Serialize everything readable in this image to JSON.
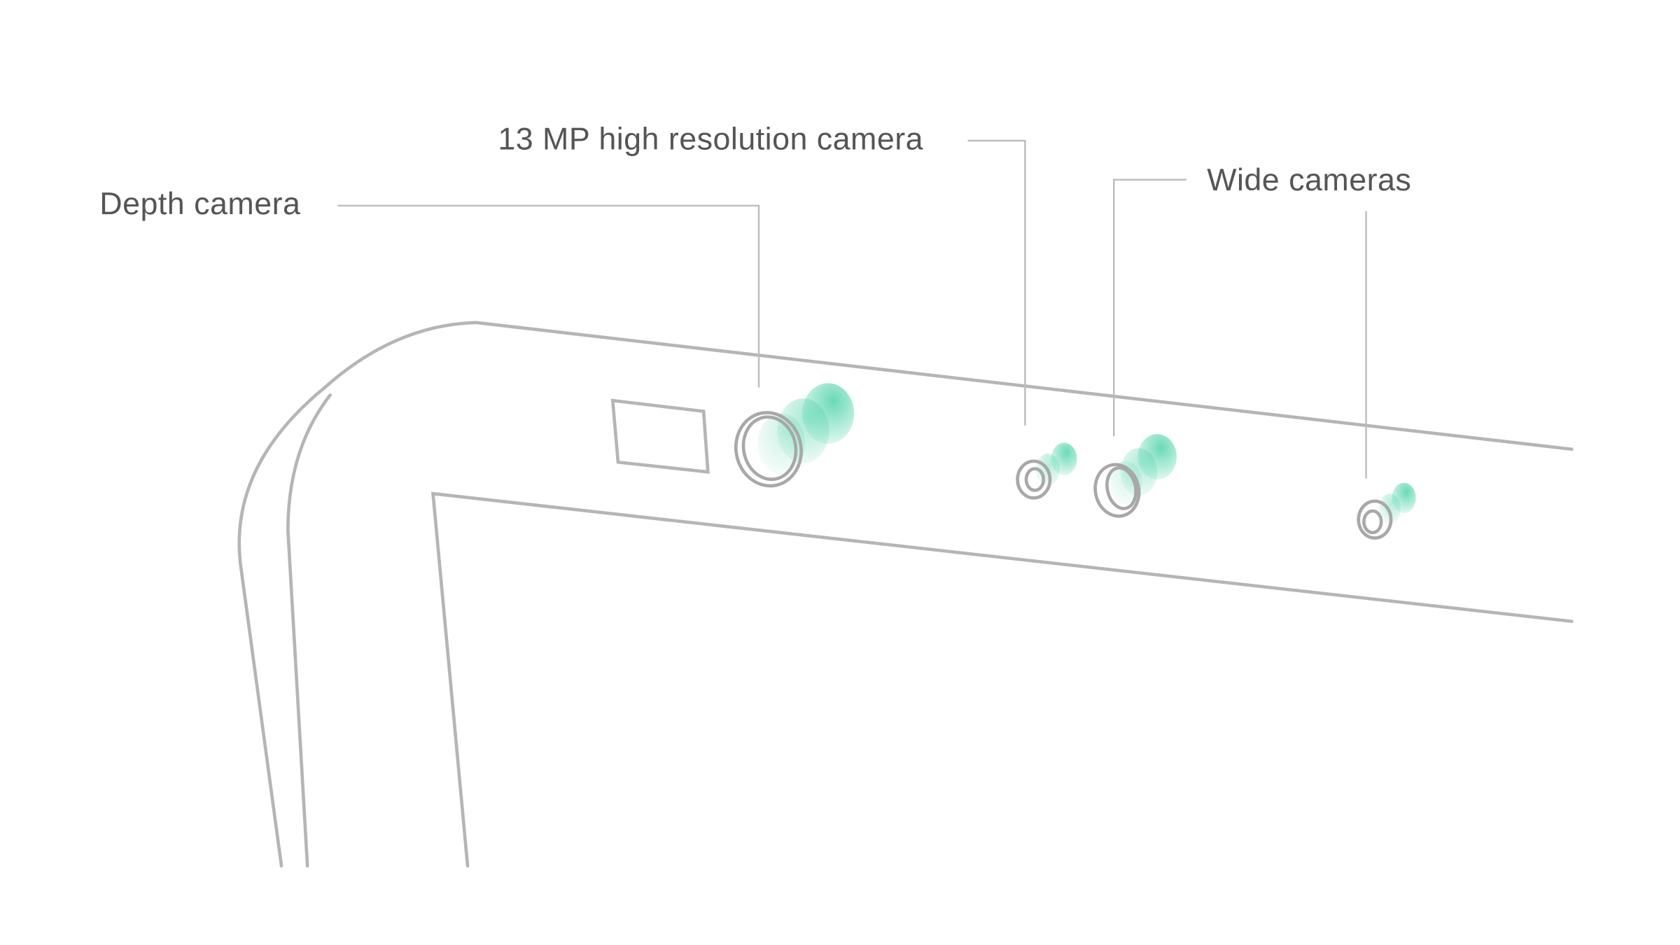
{
  "labels": {
    "depth": "Depth camera",
    "high_res": "13 MP high resolution camera",
    "wide": "Wide cameras"
  },
  "colors": {
    "accent": "#4fd3a9",
    "line": "#b5b5b5",
    "text": "#555555"
  }
}
